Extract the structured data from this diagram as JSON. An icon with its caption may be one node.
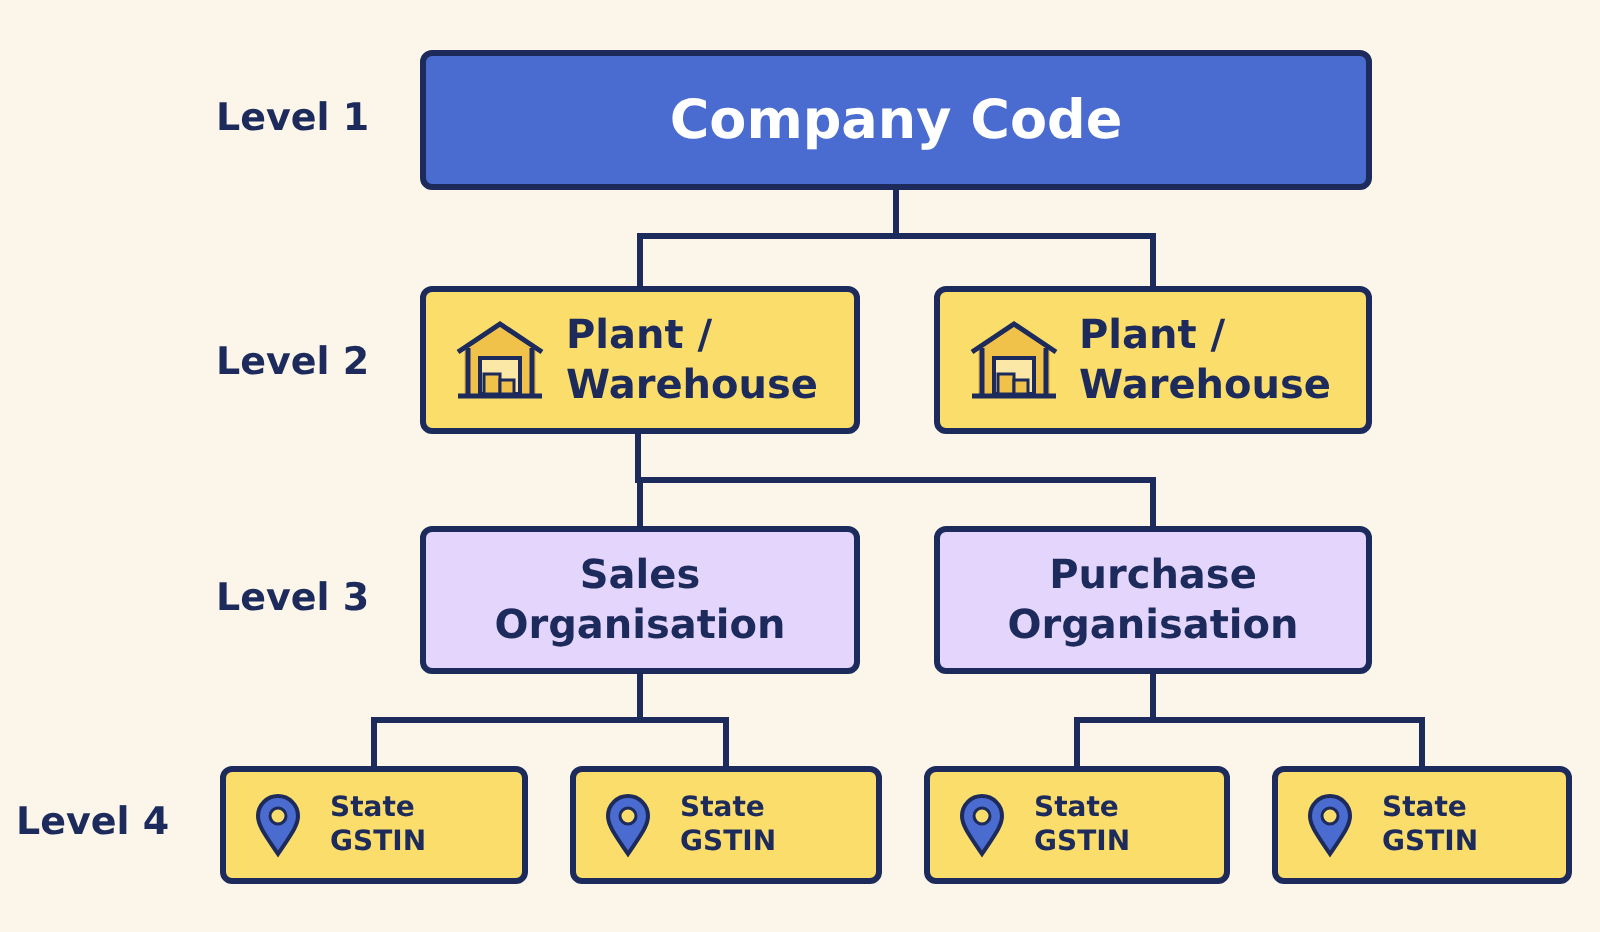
{
  "diagram": {
    "nodes": [
      {
        "text": [
          "Company Code"
        ]
      },
      {
        "text": [
          "Plant / Warehouse"
        ]
      },
      {
        "text": [
          "Plant / Warehouse"
        ]
      },
      {
        "text": [
          "Sales Organisation"
        ]
      },
      {
        "text": [
          "Purchase Organisation"
        ]
      },
      {
        "text": [
          "State GSTIN"
        ]
      },
      {
        "text": [
          "State GSTIN"
        ]
      },
      {
        "text": [
          "State GSTIN"
        ]
      },
      {
        "text": [
          "State GSTIN"
        ]
      }
    ],
    "edges": [
      {
        "from": 0,
        "to": 1,
        "arrow": "none"
      },
      {
        "from": 0,
        "to": 2,
        "arrow": "none"
      },
      {
        "from": 1,
        "to": 3,
        "arrow": "none"
      },
      {
        "from": 1,
        "to": 4,
        "arrow": "none"
      },
      {
        "from": 3,
        "to": 5,
        "arrow": "none"
      },
      {
        "from": 3,
        "to": 6,
        "arrow": "none"
      },
      {
        "from": 4,
        "to": 7,
        "arrow": "none"
      },
      {
        "from": 4,
        "to": 8,
        "arrow": "none"
      }
    ],
    "labels": [
      "Level 1",
      "Level 2",
      "Level 3",
      "Level 4"
    ]
  }
}
